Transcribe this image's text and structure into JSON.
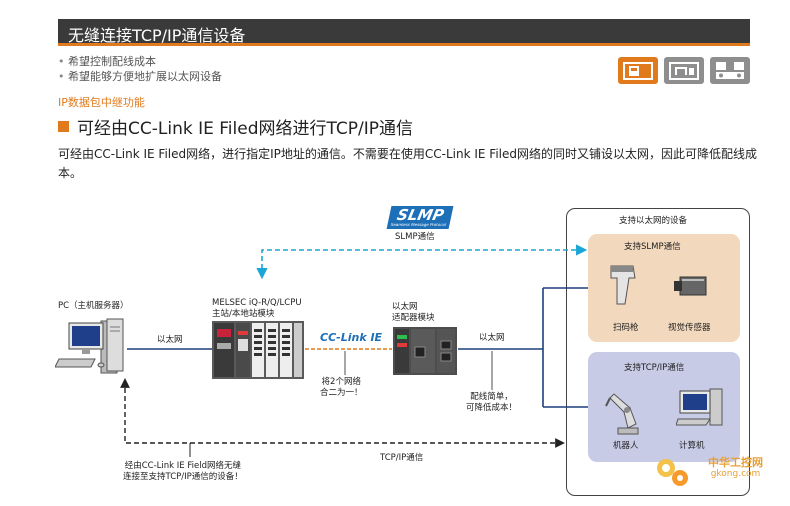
{
  "header": {
    "title": "无缝连接TCP/IP通信设备"
  },
  "bullets": [
    "希望控制配线成本",
    "希望能够方便地扩展以太网设备"
  ],
  "badges": [
    {
      "icon": "factory-icon",
      "color": "#e07a1c"
    },
    {
      "icon": "machine-icon",
      "color": "#8e8e8e"
    },
    {
      "icon": "network-icon",
      "color": "#8e8e8e"
    }
  ],
  "subhead": "IP数据包中继功能",
  "section_title": "可经由CC-Link IE Filed网络进行TCP/IP通信",
  "description": "可经由CC-Link IE Filed网络，进行指定IP地址的通信。不需要在使用CC-Link IE Filed网络的同时又铺设以太网，因此可降低配线成本。",
  "diagram": {
    "slmp_logo": "SLMP",
    "slmp_logo_sub": "Seamless Message Protocol",
    "slmp_comm": "SLMP通信",
    "pc_label": "PC（主机服务器）",
    "ethernet_left": "以太网",
    "plc_label_1": "MELSEC iQ-R/Q/LCPU",
    "plc_label_2": "主站/本地站模块",
    "cclink_logo": "CC-Link IE",
    "merge_note_1": "将2个网络",
    "merge_note_2": "合二为一！",
    "adapter_label_1": "以太网",
    "adapter_label_2": "适配器模块",
    "ethernet_right": "以太网",
    "wiring_note_1": "配线简单，",
    "wiring_note_2": "可降低成本！",
    "ethernet_devices": "支持以太网的设备",
    "slmp_devices": "支持SLMP通信",
    "scanner": "扫码枪",
    "vision_sensor": "视觉传感器",
    "tcp_devices": "支持TCP/IP通信",
    "robot": "机器人",
    "computer": "计算机",
    "tcp_comm": "TCP/IP通信",
    "bottom_note_1": "经由CC-Link IE Field网络无缝",
    "bottom_note_2": "连接至支持TCP/IP通信的设备！",
    "watermark_1": "中华工控网",
    "watermark_2": "gkong.com"
  },
  "colors": {
    "accent": "#e07a1c",
    "slmp_blue": "#1d6fb8",
    "dashed_cyan": "#1aa6d6",
    "line_navy": "#1d3f7a",
    "header_bg": "#3a3a3a"
  }
}
